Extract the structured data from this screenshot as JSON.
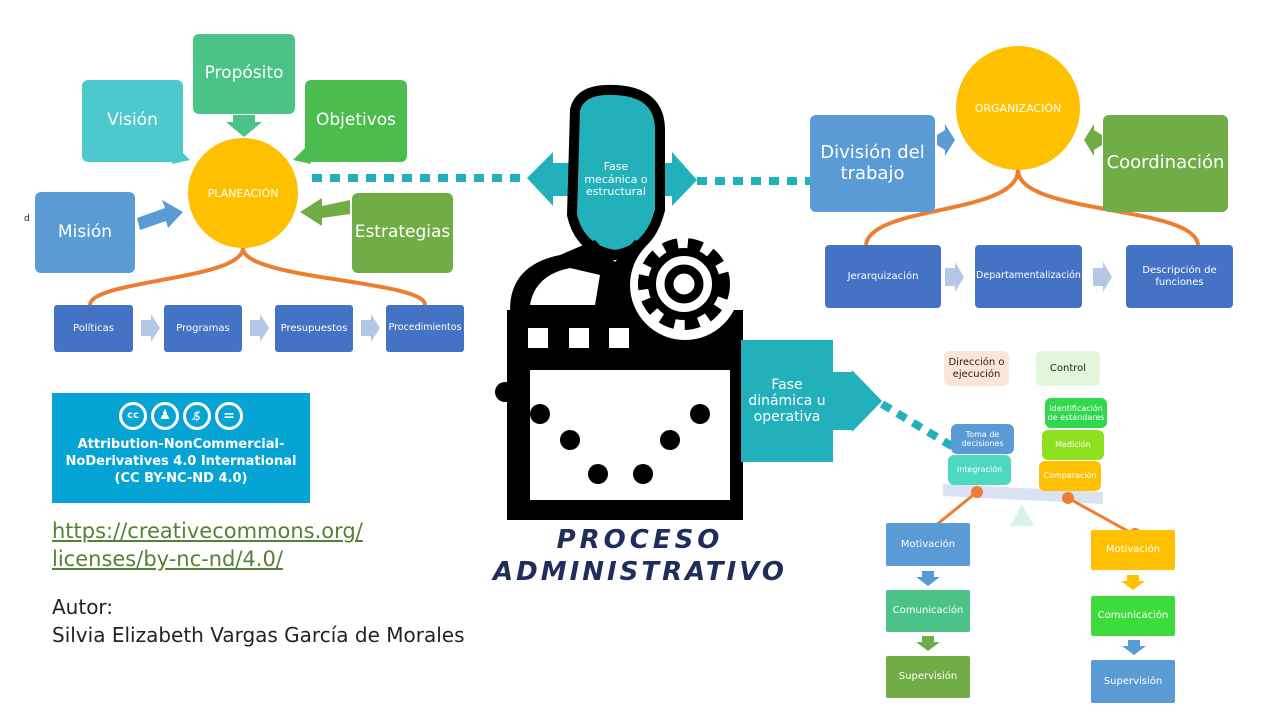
{
  "planeacion": {
    "center": "PLANEACIÓN",
    "items": [
      "Visión",
      "Propósito",
      "Objetivos",
      "Misión",
      "Estrategias"
    ],
    "steps": [
      "Políticas",
      "Programas",
      "Presupuestos",
      "Procedimientos"
    ],
    "stray": "d"
  },
  "organizacion": {
    "center": "ORGANIZACIÓN",
    "items": [
      "División del trabajo",
      "Coordinación"
    ],
    "steps": [
      "Jerarquización",
      "Departamentalización",
      "Descripción de funciones"
    ]
  },
  "center": {
    "mechanical": "Fase mecánica o estructural",
    "dynamic": "Fase dinámica u operativa",
    "title_line1": "PROCESO",
    "title_line2": "ADMINISTRATIVO"
  },
  "dynamic": {
    "direccion": "Dirección o ejecución",
    "control": "Control",
    "left_stack": [
      "Toma de decisiones",
      "Integración"
    ],
    "right_stack": [
      "Identificación de estándares",
      "Medición",
      "Comparación"
    ],
    "left_chain": [
      "Motivación",
      "Comunicación",
      "Supervisión"
    ],
    "right_chain": [
      "Motivación",
      "Comunicación",
      "Supervisión"
    ]
  },
  "license": {
    "badge": "Attribution-NonCommercial-NoDerivatives 4.0 International (CC BY-NC-ND 4.0)",
    "icons": [
      "cc",
      "by",
      "nc",
      "nd"
    ],
    "link_line1": "https://creativecommons.org/",
    "link_line2": "licenses/by-nc-nd/4.0/"
  },
  "author": {
    "label": "Autor:",
    "name": "Silvia Elizabeth Vargas García de Morales"
  }
}
